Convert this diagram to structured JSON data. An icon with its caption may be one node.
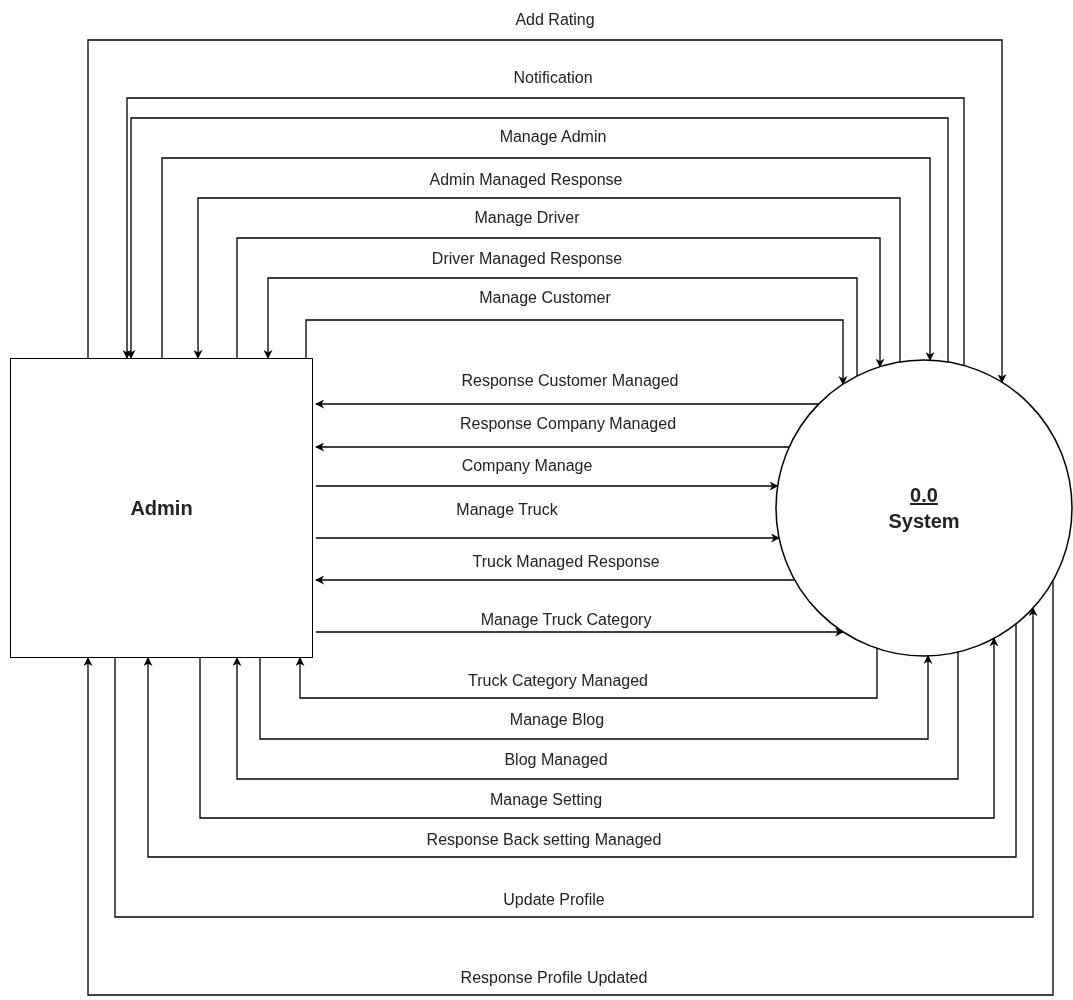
{
  "diagram": {
    "nodes": [
      {
        "text": [
          "Admin"
        ]
      },
      {
        "text": [
          "0.0",
          "System"
        ]
      }
    ],
    "edges": [
      {
        "from": 0,
        "to": 1,
        "arrow": "to",
        "label": "Add Rating"
      },
      {
        "from": 1,
        "to": 0,
        "arrow": "to",
        "label": "Notification"
      },
      {
        "from": 1,
        "to": 0,
        "arrow": "to"
      },
      {
        "from": 0,
        "to": 1,
        "arrow": "to",
        "label": "Manage Admin"
      },
      {
        "from": 1,
        "to": 0,
        "arrow": "to",
        "label": "Admin Managed Response"
      },
      {
        "from": 0,
        "to": 1,
        "arrow": "to",
        "label": "Manage Driver"
      },
      {
        "from": 1,
        "to": 0,
        "arrow": "to",
        "label": "Driver Managed Response"
      },
      {
        "from": 0,
        "to": 1,
        "arrow": "to",
        "label": "Manage Customer"
      },
      {
        "from": 1,
        "to": 0,
        "arrow": "to",
        "label": "Response Customer Managed"
      },
      {
        "from": 1,
        "to": 0,
        "arrow": "to",
        "label": "Response Company Managed"
      },
      {
        "from": 0,
        "to": 1,
        "arrow": "to",
        "label": "Company Manage"
      },
      {
        "from": 0,
        "to": 1,
        "arrow": "to",
        "label": "Manage Truck"
      },
      {
        "from": 1,
        "to": 0,
        "arrow": "to",
        "label": "Truck Managed Response"
      },
      {
        "from": 0,
        "to": 1,
        "arrow": "to",
        "label": "Manage Truck Category"
      },
      {
        "from": 1,
        "to": 0,
        "arrow": "to",
        "label": "Truck Category Managed"
      },
      {
        "from": 0,
        "to": 1,
        "arrow": "to",
        "label": "Manage Blog"
      },
      {
        "from": 1,
        "to": 0,
        "arrow": "to",
        "label": "Blog Managed"
      },
      {
        "from": 0,
        "to": 1,
        "arrow": "to",
        "label": "Manage Setting"
      },
      {
        "from": 1,
        "to": 0,
        "arrow": "to",
        "label": "Response Back setting Managed"
      },
      {
        "from": 0,
        "to": 1,
        "arrow": "to",
        "label": "Update Profile"
      },
      {
        "from": 1,
        "to": 0,
        "arrow": "to",
        "label": "Response Profile Updated"
      }
    ]
  }
}
